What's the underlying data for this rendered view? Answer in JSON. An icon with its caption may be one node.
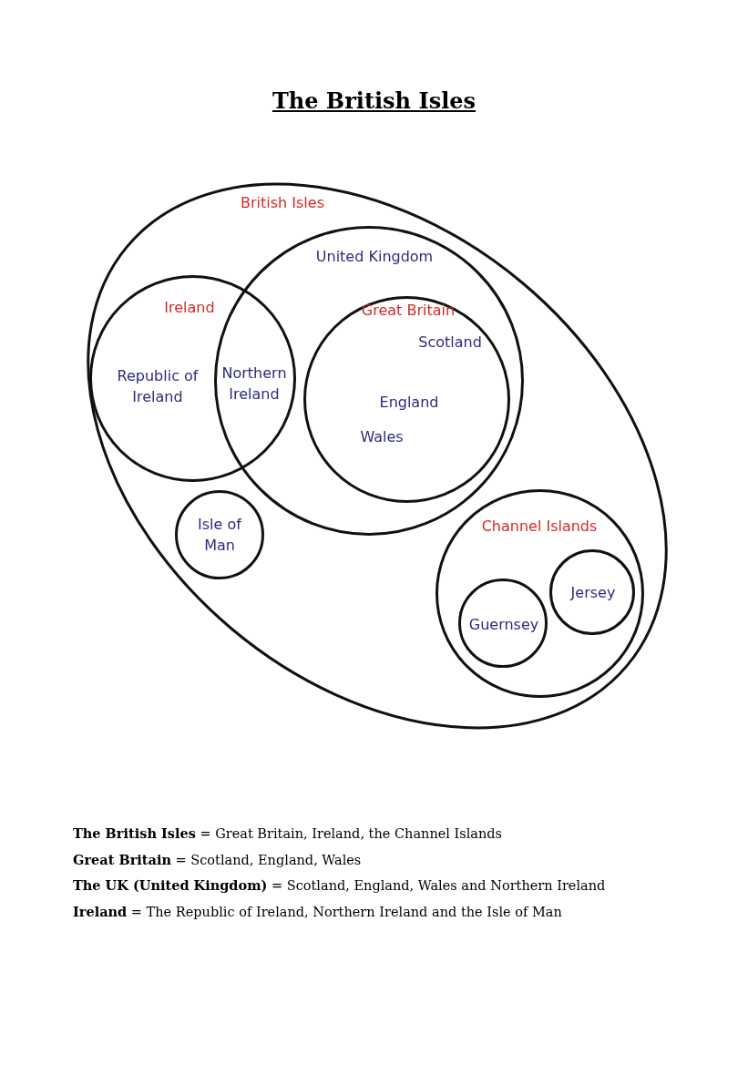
{
  "diagram": {
    "title": "The British Isles",
    "nodes": [
      {
        "text": [
          "British Isles"
        ]
      },
      {
        "text": [
          "United Kingdom"
        ],
        "in": 0
      },
      {
        "text": [
          "Ireland",
          "Republic of Ireland"
        ],
        "in": 0
      },
      {
        "text": [
          "Great Britain",
          "Scotland",
          "England",
          "Wales"
        ],
        "in": 1
      },
      {
        "text": [
          "Isle of Man"
        ],
        "in": 0
      },
      {
        "text": [
          "Channel Islands"
        ],
        "in": 0
      },
      {
        "text": [
          "Jersey"
        ],
        "in": 5
      },
      {
        "text": [
          "Guernsey"
        ],
        "in": 5
      }
    ],
    "edges": [],
    "labels": [
      "Northern Ireland",
      "**The British Isles** = Great Britain, Ireland, the Channel Islands",
      "**Great Britain** = Scotland, England, Wales",
      "**The UK (United Kingdom)** = Scotland, England, Wales and Northern Ireland",
      "**Ireland** = The Republic of Ireland, Northern Ireland and the Isle of Man"
    ]
  }
}
